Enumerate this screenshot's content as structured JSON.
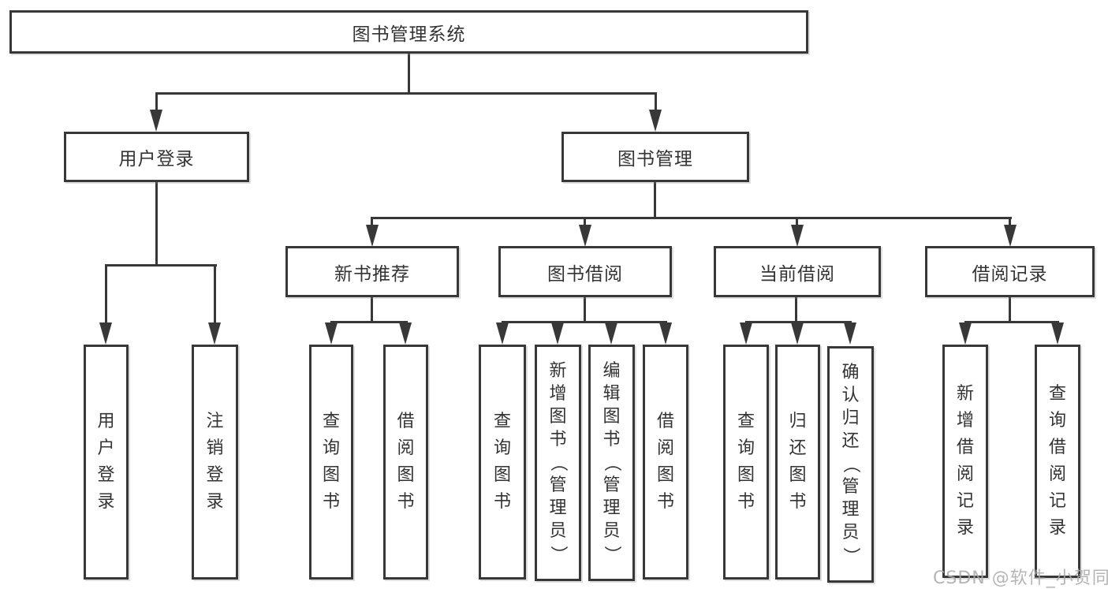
{
  "nodes": {
    "root": "图书管理系统",
    "user_login": "用户登录",
    "book_mgmt": "图书管理",
    "new_book_rec": "新书推荐",
    "book_borrow": "图书借阅",
    "current_borrow": "当前借阅",
    "borrow_records": "借阅记录"
  },
  "leaves": {
    "user_login_1": "用户登录",
    "user_login_2": "注销登录",
    "new_book_rec_1": "查询图书",
    "new_book_rec_2": "借阅图书",
    "book_borrow_1": "查询图书",
    "book_borrow_2": "新增图书（管理员）",
    "book_borrow_3": "编辑图书（管理员）",
    "book_borrow_4": "借阅图书",
    "current_borrow_1": "查询图书",
    "current_borrow_2": "归还图书",
    "current_borrow_3": "确认归还（管理员）",
    "borrow_records_1": "新增借阅记录",
    "borrow_records_2": "查询借阅记录"
  },
  "watermark": "CSDN @软件_小贺同学",
  "colors": {
    "line": "#383838",
    "text": "#333333",
    "watermark": "#a9a9a9"
  }
}
